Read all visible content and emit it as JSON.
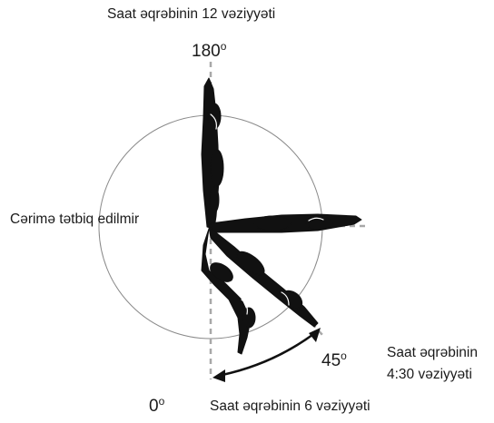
{
  "labels": {
    "top_caption": "Saat əqrəbinin 12 vəziyyəti",
    "deg_180": "180",
    "left_caption": "Cərimə tətbiq edilmir",
    "deg_45": "45",
    "right_caption_line1": "Saat əqrəbinin",
    "right_caption_line2": "4:30 vəziyyəti",
    "deg_0": "0",
    "bottom_caption": "Saat əqrəbinin 6 vəziyyəti",
    "degree_mark": "o"
  },
  "colors": {
    "figure": "#111111",
    "circle": "#8a8a8a",
    "reference_dashes": "#a8a8a8",
    "arrow": "#111111"
  }
}
